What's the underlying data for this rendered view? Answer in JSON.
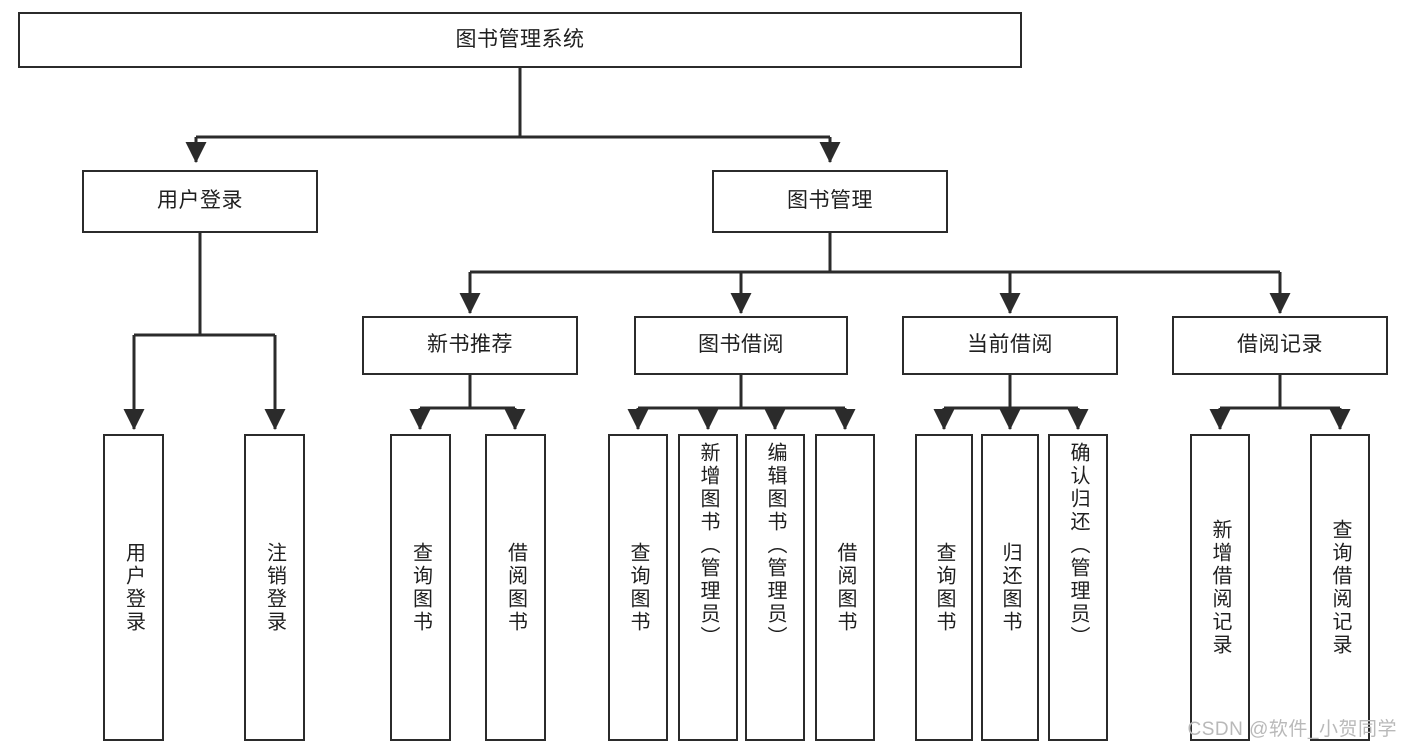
{
  "diagram": {
    "title": "图书管理系统",
    "watermark": "CSDN @软件_小贺同学",
    "colors": {
      "stroke": "#2b2b2b",
      "fill": "#ffffff",
      "text": "#1f1f1f",
      "watermark": "#b9b9b9"
    },
    "nodes": {
      "root": {
        "label": "图书管理系统"
      },
      "level2": [
        {
          "id": "user-login",
          "label": "用户登录"
        },
        {
          "id": "book-management",
          "label": "图书管理"
        }
      ],
      "level3": [
        {
          "id": "new-book-recommend",
          "label": "新书推荐"
        },
        {
          "id": "book-borrow",
          "label": "图书借阅"
        },
        {
          "id": "current-borrow",
          "label": "当前借阅"
        },
        {
          "id": "borrow-record",
          "label": "借阅记录"
        }
      ],
      "leaves": {
        "user_login": [
          {
            "id": "leaf-user-login",
            "label": "用户登录"
          },
          {
            "id": "leaf-logout-login",
            "label": "注销登录"
          }
        ],
        "new_book_recommend": [
          {
            "id": "leaf-query-book-1",
            "label": "查询图书"
          },
          {
            "id": "leaf-borrow-book-1",
            "label": "借阅图书"
          }
        ],
        "book_borrow": [
          {
            "id": "leaf-query-book-2",
            "label": "查询图书"
          },
          {
            "id": "leaf-add-book-admin",
            "label": "新增图书（管理员）"
          },
          {
            "id": "leaf-edit-book-admin",
            "label": "编辑图书（管理员）"
          },
          {
            "id": "leaf-borrow-book-2",
            "label": "借阅图书"
          }
        ],
        "current_borrow": [
          {
            "id": "leaf-query-book-3",
            "label": "查询图书"
          },
          {
            "id": "leaf-return-book",
            "label": "归还图书"
          },
          {
            "id": "leaf-confirm-return-admin",
            "label": "确认归还（管理员）"
          }
        ],
        "borrow_record": [
          {
            "id": "leaf-add-borrow-record",
            "label": "新增借阅记录"
          },
          {
            "id": "leaf-query-borrow-record",
            "label": "查询借阅记录"
          }
        ]
      }
    }
  }
}
